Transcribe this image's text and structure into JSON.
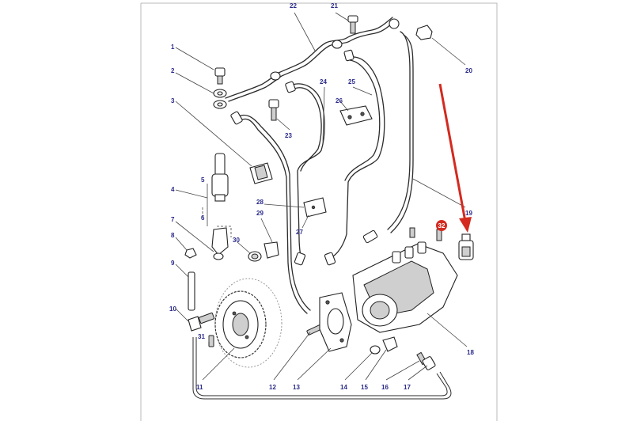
{
  "diagram": {
    "part_numbers": [
      "1",
      "2",
      "3",
      "4",
      "5",
      "6",
      "7",
      "8",
      "9",
      "10",
      "11",
      "12",
      "13",
      "14",
      "15",
      "16",
      "17",
      "18",
      "19",
      "20",
      "21",
      "22",
      "23",
      "24",
      "25",
      "26",
      "27",
      "28",
      "29",
      "30",
      "31"
    ],
    "highlight": {
      "label": "32",
      "color": "#d42a1f"
    },
    "colors": {
      "label_text": "#2a2a8a",
      "line_art": "#2b2b2b",
      "frame": "#b8b8b8"
    }
  }
}
